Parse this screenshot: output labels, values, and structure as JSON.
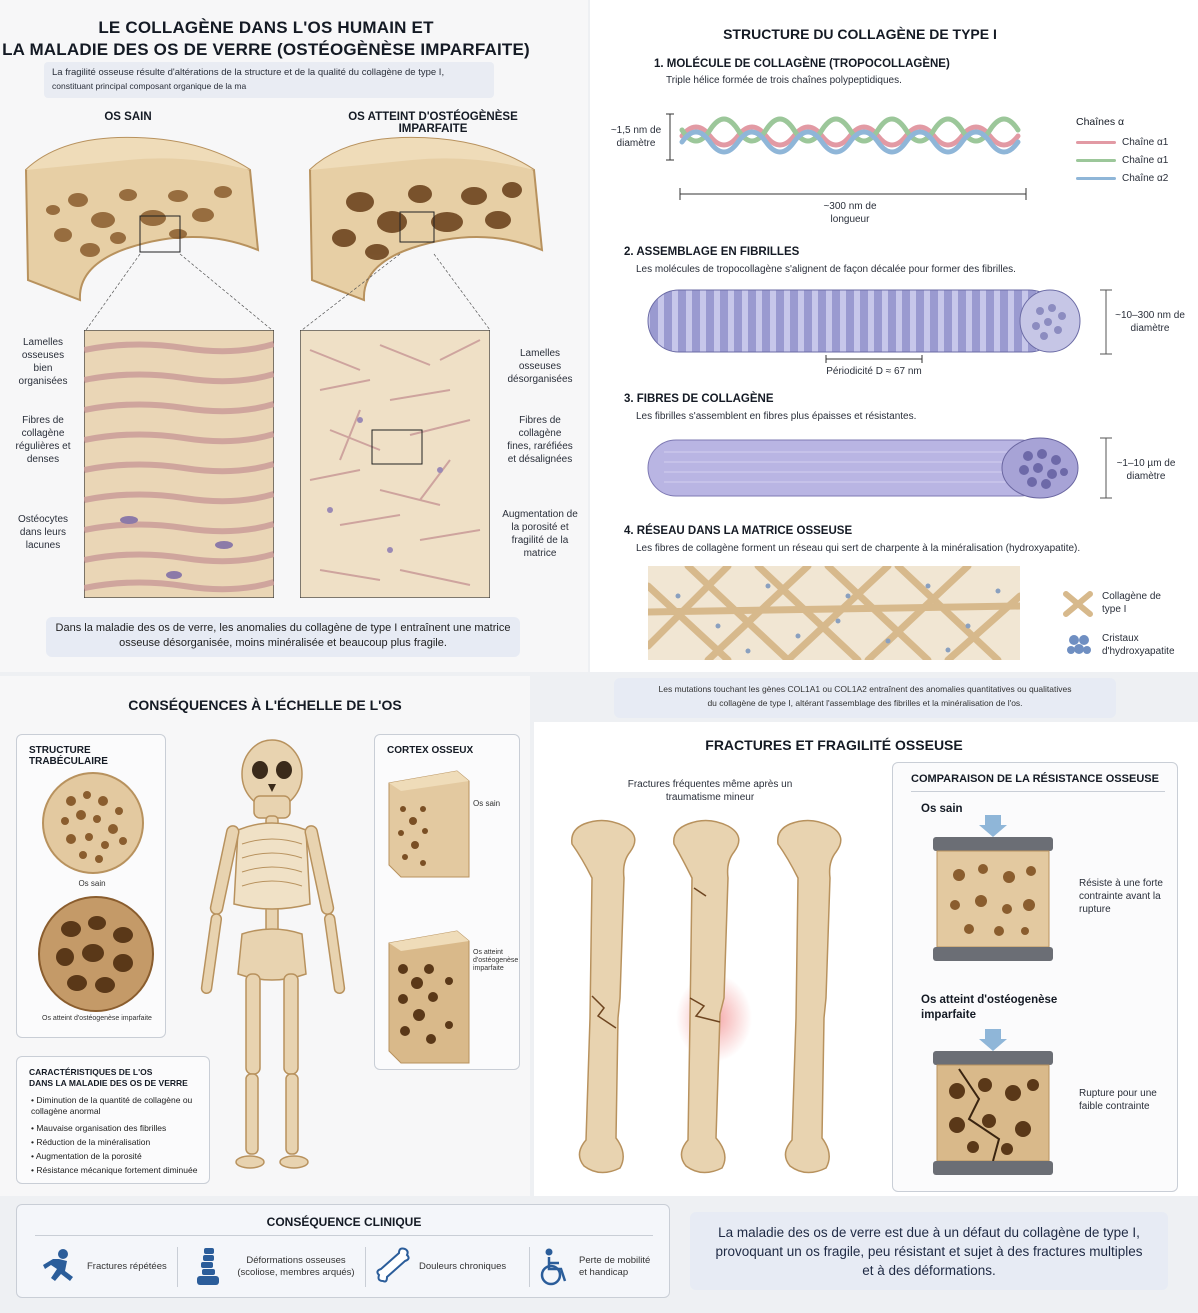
{
  "top_left": {
    "title_line1": "LE COLLAGÈNE DANS L'OS HUMAIN ET",
    "title_line2": "LA MALADIE DES OS DE VERRE (OSTÉOGÈNÈSE IMPARFAITE)",
    "intro_line1": "La fragilité osseuse résulte d'altérations de la structure et de la qualité du collagène de type I,",
    "intro_line2": "constituant principal composant organique de la ma",
    "healthy_title": "OS SAIN",
    "oi_title": "OS ATTEINT D'OSTÉOGÈNÈSE IMPARFAITE",
    "left_labels": [
      "Lamelles osseuses bien organisées",
      "Fibres de collagène régulières et denses",
      "Ostéocytes dans leurs lacunes"
    ],
    "right_labels": [
      "Lamelles osseuses désorganisées",
      "Fibres de collagène fines, raréfiées et désalignées",
      "Augmentation de la porosité et fragilité de la matrice"
    ],
    "callout": "Dans la maladie des os de verre, les anomalies du collagène de type I entraînent une matrice osseuse désorganisée, moins minéralisée et beaucoup plus fragile."
  },
  "structure": {
    "title": "STRUCTURE DU COLLAGÈNE DE TYPE I",
    "step1_title": "1. MOLÉCULE DE COLLAGÈNE (TROPOCOLLAGÈNE)",
    "step1_desc": "Triple hélice formée de trois chaînes polypeptidiques.",
    "diameter_label": "~1,5 nm de diamètre",
    "length_label": "~300 nm de longueur",
    "chains_title": "Chaînes α",
    "chains": [
      {
        "label": "Chaîne α1",
        "color": "#e29aa4"
      },
      {
        "label": "Chaîne α1",
        "color": "#9cc79a"
      },
      {
        "label": "Chaîne α2",
        "color": "#8fb6d8"
      }
    ],
    "step2_title": "2. ASSEMBLAGE EN FIBRILLES",
    "step2_desc": "Les molécules de tropocollagène s'alignent de façon décalée pour former des fibrilles.",
    "fibril_diameter": "~10–300 nm de diamètre",
    "periodicity": "Périodicité D ≈ 67 nm",
    "step3_title": "3. FIBRES DE COLLAGÈNE",
    "step3_desc": "Les fibrilles s'assemblent en fibres plus épaisses et résistantes.",
    "fiber_diameter": "~1–10 µm de diamètre",
    "step4_title": "4. RÉSEAU DANS LA MATRICE OSSEUSE",
    "step4_desc": "Les fibres de collagène forment un réseau qui sert de charpente à la minéralisation (hydroxyapatite).",
    "legend_collagen": "Collagène de type I",
    "legend_hydroxy": "Cristaux d'hydroxyapatite",
    "mutation_line1": "Les mutations touchant les gènes COL1A1 ou COL1A2 entraînent des anomalies quantitatives ou qualitatives",
    "mutation_line2": "du collagène de type I, altérant l'assemblage des fibrilles et la minéralisation de l'os."
  },
  "consequences": {
    "title": "CONSÉQUENCES À L'ÉCHELLE DE L'OS",
    "trabecular_title": "STRUCTURE TRABÉCULAIRE",
    "trab_healthy": "Os sain",
    "trab_oi": "Os atteint d'ostéogenèse imparfaite",
    "cortex_title": "CORTEX OSSEUX",
    "cortex_healthy": "Os sain",
    "cortex_oi": "Os atteint d'ostéogenèse imparfaite",
    "characteristics_title_1": "CARACTÉRISTIQUES DE L'OS",
    "characteristics_title_2": "DANS LA MALADIE DES OS DE VERRE",
    "characteristics": [
      "Diminution de la quantité de collagène ou collagène anormal",
      "Mauvaise organisation des fibrilles",
      "Réduction de la minéralisation",
      "Augmentation de la porosité",
      "Résistance mécanique fortement diminuée"
    ]
  },
  "fractures": {
    "title": "FRACTURES ET FRAGILITÉ OSSEUSE",
    "note": "Fractures fréquentes même après un traumatisme mineur",
    "comparison_title": "COMPARAISON DE LA RÉSISTANCE OSSEUSE",
    "healthy": "Os sain",
    "healthy_desc": "Résiste à une forte contrainte avant la rupture",
    "oi": "Os atteint d'ostéogenèse imparfaite",
    "oi_desc": "Rupture pour une faible contrainte"
  },
  "clinical": {
    "title": "CONSÉQUENCE CLINIQUE",
    "items": [
      {
        "label": "Fractures répétées",
        "icon": "falling-person-icon"
      },
      {
        "label": "Déformations osseuses (scoliose, membres arqués)",
        "icon": "spine-icon"
      },
      {
        "label": "Douleurs chroniques",
        "icon": "bone-icon"
      },
      {
        "label": "Perte de mobilité et handicap",
        "icon": "wheelchair-icon"
      }
    ],
    "summary": "La maladie des os de verre est due à un défaut du collagène de type I, provoquant un os fragile, peu résistant et sujet à des fractures multiples et à des déformations."
  },
  "colors": {
    "bone": "#e3c9a0",
    "bone_dark": "#b8925e",
    "fibril": "#9a9ad0",
    "callout": "#e7ebf4",
    "icon_blue": "#2b5d9a"
  }
}
